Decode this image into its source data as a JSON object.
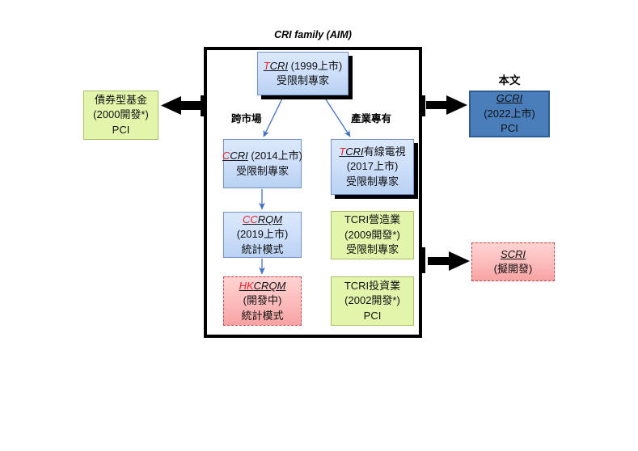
{
  "diagram": {
    "group": {
      "title": "CRI family (AIM)"
    },
    "branch_labels": {
      "left": "跨市場",
      "right": "產業專有"
    },
    "side_label": {
      "gcri_caption": "本文"
    },
    "nodes": {
      "tcri": {
        "code_prefix": "T",
        "code_rest": "CRI",
        "line1_suffix": " (1999上市)",
        "line2": "受限制專家"
      },
      "bond_fund": {
        "line1": "債券型基金",
        "line2": "(2000開發*)",
        "line3": "PCI"
      },
      "ccri": {
        "code_prefix": "C",
        "code_rest": "CRI",
        "line1_suffix": " (2014上市)",
        "line2": "受限制專家"
      },
      "ccrqm": {
        "code_prefix": "CC",
        "code_rest": "RQM",
        "line2": "(2019上市)",
        "line3": "統計模式"
      },
      "hkcrqm": {
        "code_prefix": "HK",
        "code_rest": "CRQM",
        "line2": "(開發中)",
        "line3": "統計模式"
      },
      "tcri_cable": {
        "code_prefix": "T",
        "code_rest": "CRI",
        "line1_suffix": "有線電視",
        "line2": "(2017上市)",
        "line3": "受限制專家"
      },
      "tcri_construction": {
        "line1": "TCRI營造業",
        "line2": "(2009開發*)",
        "line3": "受限制專家"
      },
      "tcri_investment": {
        "line1": "TCRI投資業",
        "line2": "(2002開發*)",
        "line3": "PCI"
      },
      "gcri": {
        "code_prefix": "",
        "code_rest": "GCRI",
        "line2": "(2022上市)",
        "line3": "PCI"
      },
      "scri": {
        "code_prefix": "",
        "code_rest": "SCRI",
        "line2": "(擬開發)"
      }
    },
    "colors": {
      "frame_border": "#000000",
      "blue_fill": "#cfe0fa",
      "blue_border": "#6f93c7",
      "yellow_fill": "#e2f5ab",
      "yellow_border": "#a8bf6a",
      "dark_blue_fill": "#4a7ebb",
      "dark_blue_border": "#2d5b92",
      "pink_fill": "#fcb8b8",
      "pink_border": "#c44545",
      "highlight_letter": "#e8232a",
      "connector_blue": "#4472c4",
      "arrow_black": "#000000",
      "background": "#ffffff"
    }
  }
}
